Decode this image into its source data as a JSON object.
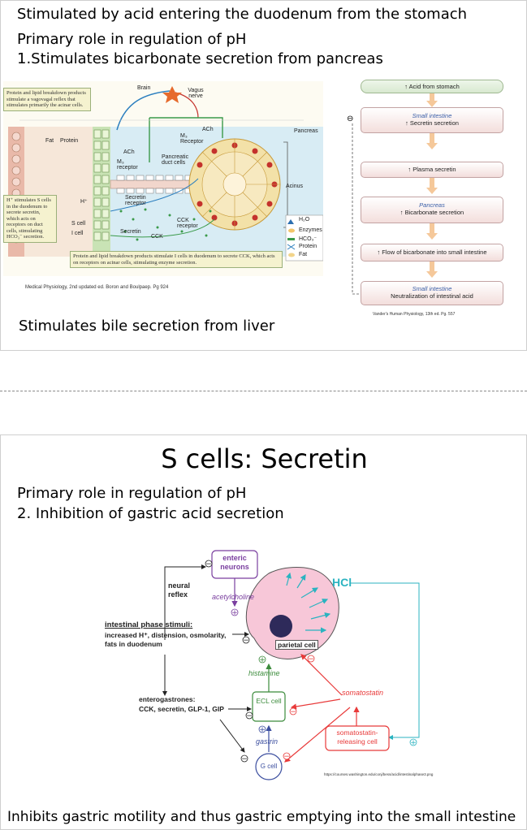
{
  "slide1": {
    "line1": "Stimulated by acid entering the duodenum from the stomach",
    "line2": "Primary role in regulation of pH",
    "line3": "1.Stimulates bicarbonate secretion from pancreas",
    "line4": "Stimulates bile secretion from liver",
    "figure": {
      "caption_top": "Protein and lipid breakdown products stimulate a vagovagal reflex that stimulates primarily the acinar cells.",
      "caption_left": "H⁺ stimulates S cells in the duodenum to secrete secretin, which acts on receptors on duct cells, stimulating HCO₃⁻ secretion.",
      "caption_bottom": "Protein and lipid breakdown products stimulate I cells in duodenum to secrete CCK, which acts on receptors on acinar cells, stimulating enzyme secretion.",
      "labels": {
        "brain": "Brain",
        "vagus": "Vagus nerve",
        "fat": "Fat",
        "protein": "Protein",
        "ach1": "ACh",
        "m3_receptor1": "M₃ Receptor",
        "ach2": "ACh",
        "m3_receptor2": "M₃ receptor",
        "duct_cells": "Pancreatic duct cells",
        "pancreas": "Pancreas",
        "acinus": "Acinus",
        "secretin_receptor": "Secretin receptor",
        "cck_receptor": "CCK receptor",
        "h_plus": "H⁺",
        "s_cell": "S cell",
        "i_cell": "I cell",
        "secretin": "Secretin",
        "cck": "CCK"
      },
      "legend": [
        "H₂O",
        "Enzymes",
        "HCO₃⁻",
        "Protein",
        "Fat"
      ],
      "source": "Medical Physiology, 2nd updated ed. Boron and Boulpaep. Pg 924"
    },
    "flow": {
      "boxes": [
        {
          "title": "",
          "text": "↑ Acid from stomach"
        },
        {
          "title": "Small intestine",
          "text": "↑ Secretin secretion"
        },
        {
          "title": "",
          "text": "↑ Plasma secretin"
        },
        {
          "title": "Pancreas",
          "text": "↑ Bicarbonate secretion"
        },
        {
          "title": "",
          "text": "↑ Flow of bicarbonate into small intestine"
        },
        {
          "title": "Small intestine",
          "text": "Neutralization of intestinal acid"
        }
      ],
      "feedback_sign": "⊖",
      "source": "Vander's Human Physiology, 13th ed. Pg. 557"
    }
  },
  "slide2": {
    "title": "S cells: Secretin",
    "line1": "Primary role in regulation of pH",
    "line2": "2. Inhibition of gastric acid secretion",
    "figure": {
      "enteric_neurons": "enteric neurons",
      "neural_reflex": "neural reflex",
      "acetylcholine": "acetylcholine",
      "hcl": "HCl",
      "intestinal_title": "intestinal phase stimuli:",
      "intestinal_text": "increased H⁺, distension, osmolarity, fats in duodenum",
      "parietal_cell": "parietal cell",
      "histamine": "histamine",
      "ecl_cell": "ECL cell",
      "enterogastrones_title": "enterogastrones:",
      "enterogastrones_text": "CCK, secretin, GLP-1, GIP",
      "somatostatin": "somatostatin",
      "somatostatin_cell": "somatostatin-releasing cell",
      "gastrin": "gastrin",
      "g_cell": "G cell",
      "source": "https://courses.washington.edu/conj/bess/acid/intestinalphase3.png"
    },
    "last_line": "Inhibits gastric motility and thus gastric emptying into the small intestine"
  }
}
